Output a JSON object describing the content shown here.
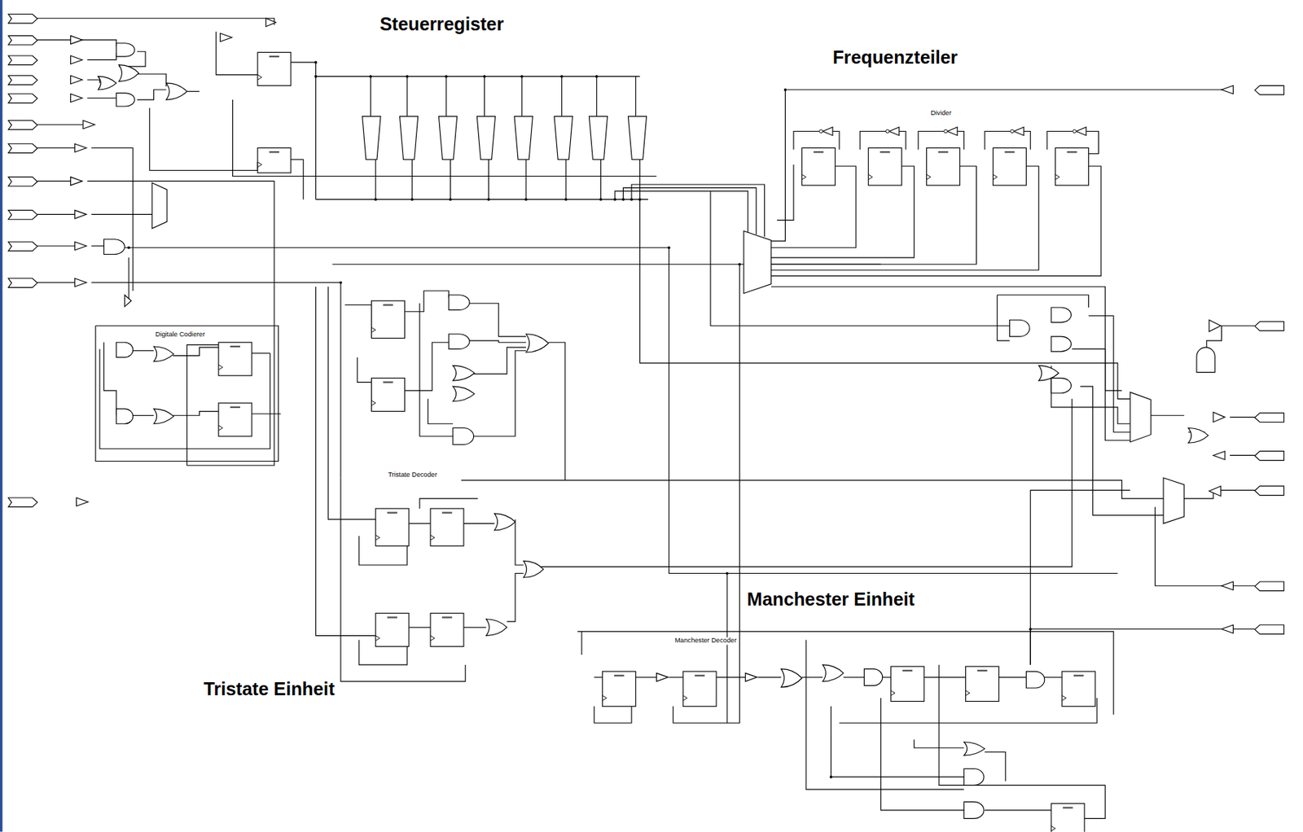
{
  "diagram": {
    "labels": [
      "Steuerregister",
      "Frequenzteiler",
      "Tristate Einheit",
      "Manchester Einheit",
      "Divider",
      "Tristate Decoder",
      "Manchester Decoder",
      "Digitale Codierer"
    ]
  }
}
